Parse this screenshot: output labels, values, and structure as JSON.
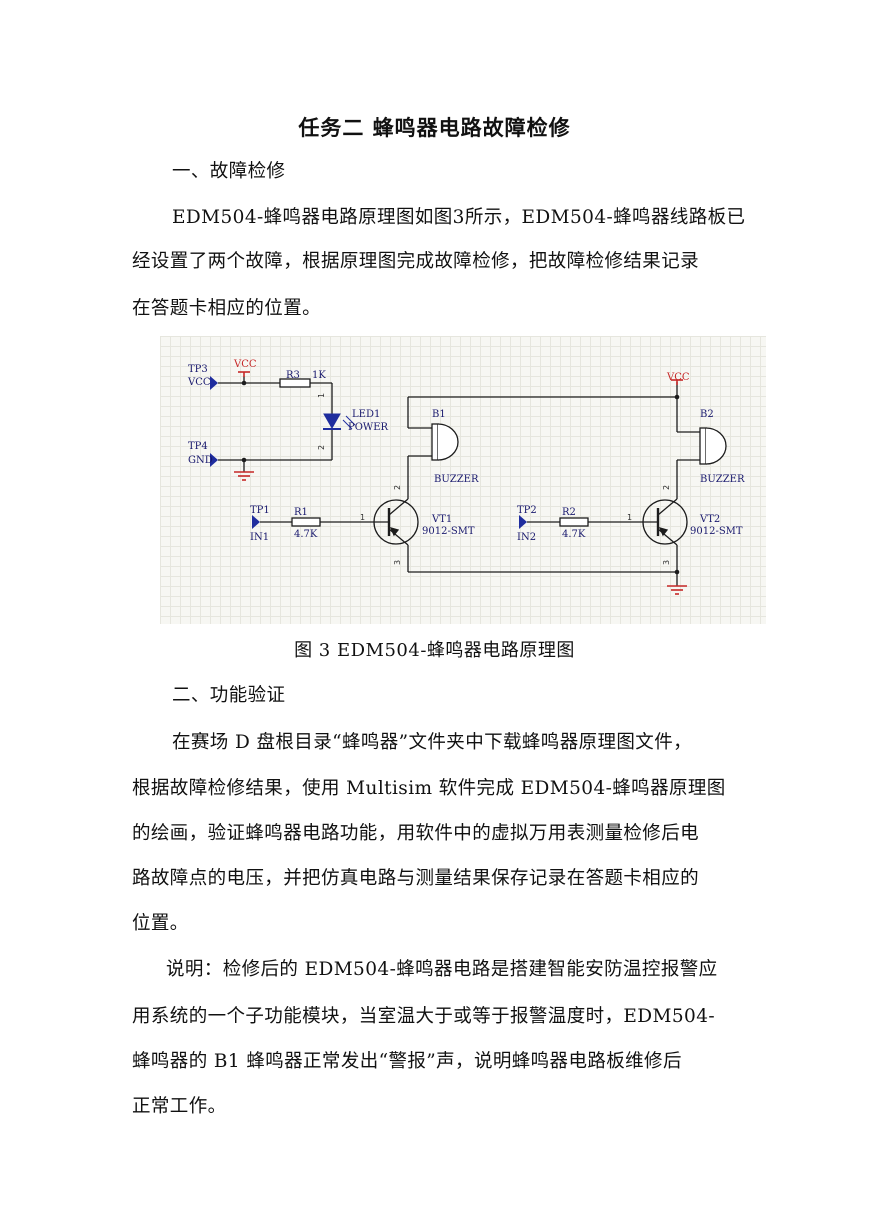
{
  "title": "任务二 蜂鸣器电路故障检修",
  "section1": {
    "heading": "一、故障检修",
    "lines": [
      "EDM504-蜂鸣器电路原理图如图3所示，EDM504-蜂鸣器线路板已",
      "经设置了两个故障，根据原理图完成故障检修，把故障检修结果记录",
      "在答题卡相应的位置。"
    ]
  },
  "schematic": {
    "tp3": "TP3",
    "tp3_net": "VCC",
    "tp4": "TP4",
    "tp4_net": "GND",
    "vcc_left": "VCC",
    "vcc_right": "VCC",
    "r3": "R3",
    "r3_value": "1K",
    "led1": "LED1",
    "led1_label": "POWER",
    "b1": "B1",
    "b1_type": "BUZZER",
    "b2": "B2",
    "b2_type": "BUZZER",
    "tp1": "TP1",
    "tp1_net": "IN1",
    "r1": "R1",
    "r1_value": "4.7K",
    "vt1": "VT1",
    "vt1_type": "9012-SMT",
    "tp2": "TP2",
    "tp2_net": "IN2",
    "r2": "R2",
    "r2_value": "4.7K",
    "vt2": "VT2",
    "vt2_type": "9012-SMT",
    "pin1": "1",
    "pin2": "2",
    "pin3": "3"
  },
  "caption": "图 3   EDM504-蜂鸣器电路原理图",
  "section2": {
    "heading": "二、功能验证",
    "lines": [
      "在赛场 D 盘根目录“蜂鸣器”文件夹中下载蜂鸣器原理图文件，",
      "根据故障检修结果，使用 Multisim 软件完成 EDM504-蜂鸣器原理图",
      "的绘画，验证蜂鸣器电路功能，用软件中的虚拟万用表测量检修后电",
      "路故障点的电压，并把仿真电路与测量结果保存记录在答题卡相应的",
      "位置。"
    ]
  },
  "note": {
    "lines": [
      "说明：检修后的 EDM504-蜂鸣器电路是搭建智能安防温控报警应",
      "用系统的一个子功能模块，当室温大于或等于报警温度时，EDM504-",
      "蜂鸣器的 B1 蜂鸣器正常发出“警报”声，说明蜂鸣器电路板维修后",
      "正常工作。"
    ]
  }
}
